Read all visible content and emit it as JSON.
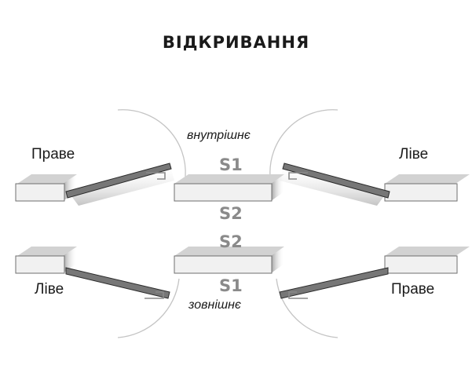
{
  "title": "ВІДКРИВАННЯ",
  "rows": {
    "top": {
      "left_label": "Праве",
      "right_label": "Ліве",
      "side_label": "внутрішнє",
      "code_upper": "S1",
      "code_lower": "S2"
    },
    "bottom": {
      "left_label": "Ліве",
      "right_label": "Праве",
      "side_label": "зовнішнє",
      "code_upper": "S2",
      "code_lower": "S1"
    }
  },
  "colors": {
    "wall_top": "#d2d2d2",
    "wall_face": "#f1f1f1",
    "wall_edge": "#6f6f6f",
    "door_fill": "#777777",
    "door_edge": "#2b2b2b",
    "swing_arc": "#c4c4c4",
    "hinge": "#8a8a8a",
    "code_text": "#8a8a8a"
  }
}
